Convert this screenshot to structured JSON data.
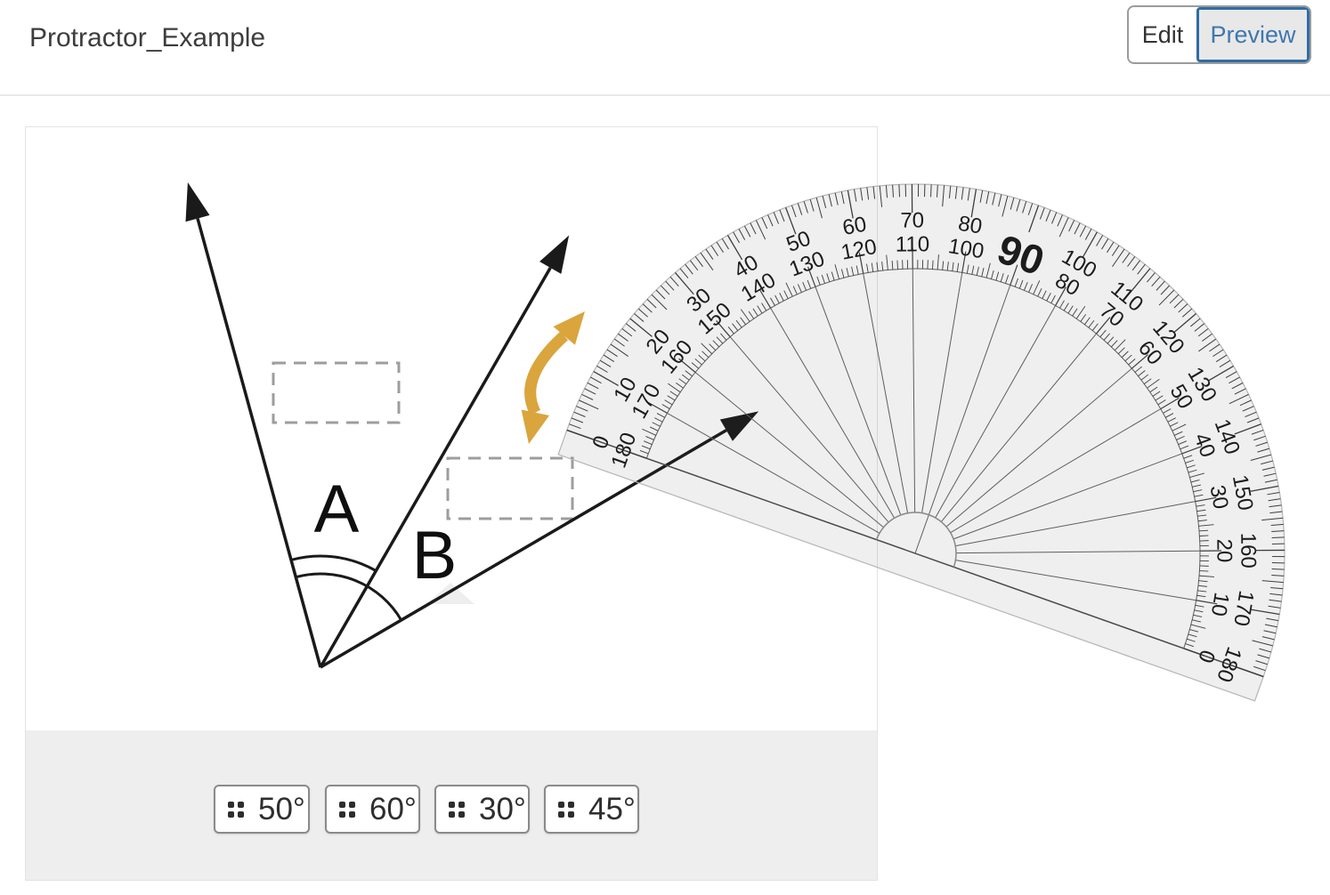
{
  "header": {
    "title": "Protractor_Example",
    "tabs": [
      {
        "label": "Edit",
        "active": false
      },
      {
        "label": "Preview",
        "active": true
      }
    ]
  },
  "canvas": {
    "diagram": {
      "angle_labels": [
        "A",
        "B"
      ],
      "angle_a_deg": 45,
      "angle_b_deg": 30,
      "ray_count": 3,
      "drop_zone_count": 2
    }
  },
  "protractor": {
    "outer_scale": [
      0,
      10,
      20,
      30,
      40,
      50,
      60,
      70,
      80,
      90,
      100,
      110,
      120,
      130,
      140,
      150,
      160,
      170,
      180
    ],
    "inner_scale": [
      180,
      170,
      160,
      150,
      140,
      130,
      120,
      110,
      100,
      90,
      80,
      70,
      60,
      50,
      40,
      30,
      20,
      10,
      0
    ],
    "center_label": "90"
  },
  "tray": {
    "chips": [
      {
        "label": "50°"
      },
      {
        "label": "60°"
      },
      {
        "label": "30°"
      },
      {
        "label": "45°"
      }
    ]
  },
  "colors": {
    "accent_blue": "#2e6da4",
    "preview_text": "#3f77b0",
    "arrow_gold": "#d9a53c",
    "tray_bg": "#eeeeee",
    "chip_border": "#8a8a8a",
    "dash_border": "#9d9d9d",
    "ink": "#1a1a1a"
  }
}
